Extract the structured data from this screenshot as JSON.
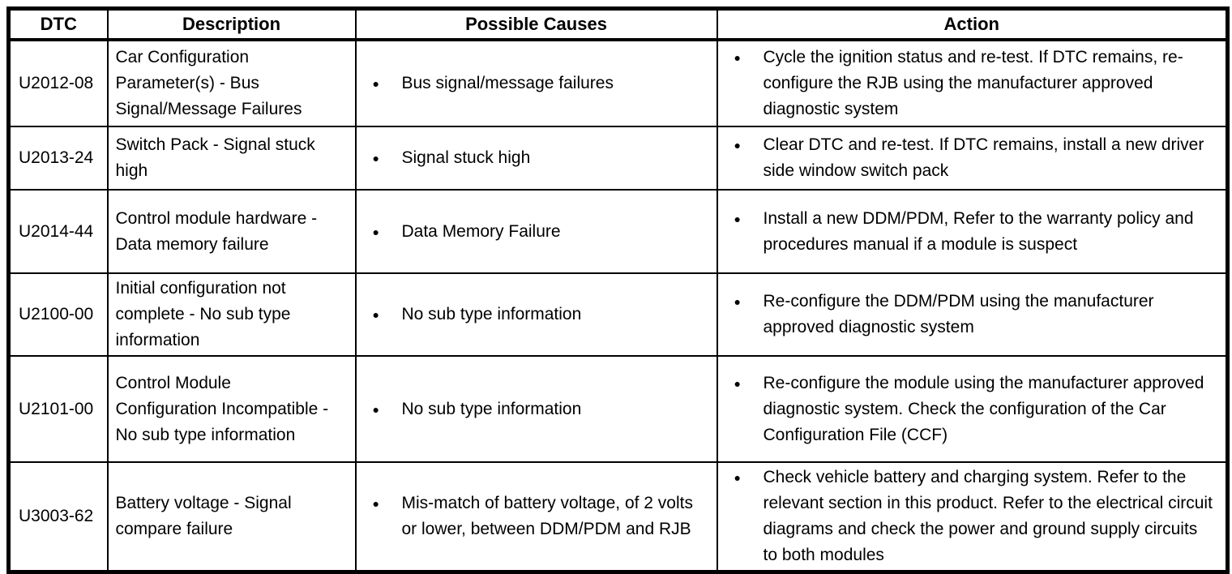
{
  "colors": {
    "border": "#000000",
    "background": "#ffffff",
    "text": "#000000"
  },
  "icons": {
    "bullet": "●"
  },
  "table": {
    "headers": [
      "DTC",
      "Description",
      "Possible Causes",
      "Action"
    ],
    "rows": [
      {
        "dtc": "U2012-08",
        "description": "Car Configuration Parameter(s) - Bus Signal/Message Failures",
        "causes": [
          "Bus signal/message failures"
        ],
        "actions": [
          "Cycle the ignition status and re-test. If DTC remains, re-configure the RJB using the manufacturer approved diagnostic system"
        ]
      },
      {
        "dtc": "U2013-24",
        "description": "Switch Pack - Signal stuck high",
        "causes": [
          "Signal stuck high"
        ],
        "actions": [
          "Clear DTC and re-test. If DTC remains, install a new driver side window switch pack"
        ]
      },
      {
        "dtc": "U2014-44",
        "description": "Control module hardware - Data memory failure",
        "causes": [
          "Data Memory Failure"
        ],
        "actions": [
          "Install a new DDM/PDM, Refer to the warranty policy and procedures manual if a module is suspect"
        ]
      },
      {
        "dtc": "U2100-00",
        "description": "Initial configuration not complete - No sub type information",
        "causes": [
          "No sub type information"
        ],
        "actions": [
          "Re-configure the DDM/PDM using the manufacturer approved diagnostic system"
        ]
      },
      {
        "dtc": "U2101-00",
        "description": "Control Module Configuration Incompatible - No sub type information",
        "causes": [
          "No sub type information"
        ],
        "actions": [
          "Re-configure the module using the manufacturer approved diagnostic system. Check the configuration of the Car Configuration File (CCF)"
        ]
      },
      {
        "dtc": "U3003-62",
        "description": "Battery voltage - Signal compare failure",
        "causes": [
          "Mis-match of battery voltage, of 2 volts or lower, between DDM/PDM and RJB"
        ],
        "actions": [
          "Check vehicle battery and charging system. Refer to the relevant section in this product. Refer to the electrical circuit diagrams and check the power and ground supply circuits to both modules"
        ]
      }
    ]
  }
}
